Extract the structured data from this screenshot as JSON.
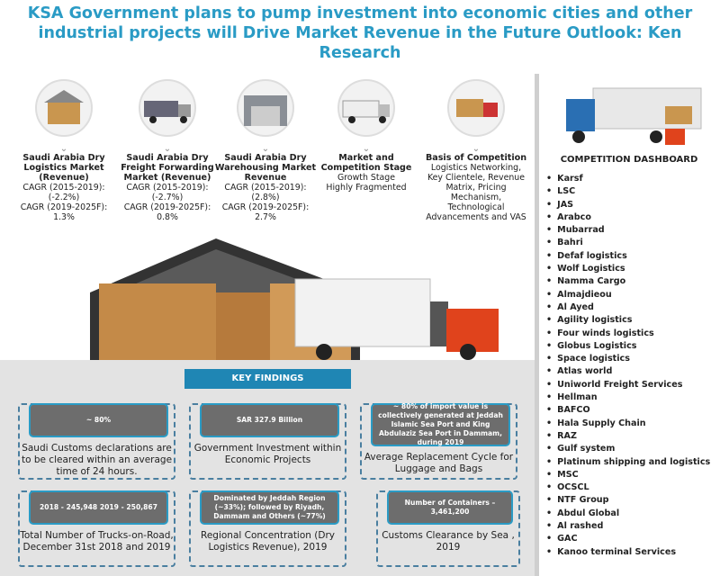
{
  "title": "KSA Government plans to pump investment into economic cities and other industrial projects will Drive Market Revenue in the Future Outlook: Ken Research",
  "columns": [
    {
      "heading": "Saudi Arabia Dry Logistics Market (Revenue)",
      "lines": [
        "CAGR (2015-2019): (-2.2%)",
        "CAGR (2019-2025F): 1.3%"
      ]
    },
    {
      "heading": "Saudi Arabia Dry Freight Forwarding Market (Revenue)",
      "lines": [
        "CAGR (2015-2019): (-2.7%)",
        "CAGR (2019-2025F): 0.8%"
      ]
    },
    {
      "heading": "Saudi Arabia Dry Warehousing Market Revenue",
      "lines": [
        "CAGR (2015-2019): (2.8%)",
        "CAGR (2019-2025F): 2.7%"
      ]
    },
    {
      "heading": "Market and Competition Stage",
      "lines": [
        "Growth Stage",
        "Highly Fragmented"
      ]
    },
    {
      "heading": "Basis of Competition",
      "lines": [
        "Logistics Networking, Key Clientele, Revenue Matrix, Pricing Mechanism, Technological Advancements and VAS",
        ""
      ]
    }
  ],
  "key_findings": {
    "label": "KEY FINDINGS",
    "items": [
      {
        "header": "~ 80%",
        "text": "Saudi Customs declarations are to be cleared within an average time of 24 hours."
      },
      {
        "header": "SAR 327.9 Billion",
        "text": "Government Investment within Economic Projects"
      },
      {
        "header": "~ 80% of import value is collectively generated at Jeddah Islamic Sea Port and King Abdulaziz Sea Port in Dammam, during 2019",
        "text": "Average Replacement Cycle for Luggage and Bags"
      },
      {
        "header": "2018 - 245,948 2019 - 250,867",
        "text": "Total Number of Trucks-on-Road, December 31st 2018 and 2019"
      },
      {
        "header": "Dominated by Jeddah Region (~33%); followed by Riyadh, Dammam and Others (~77%)",
        "text": "Regional Concentration (Dry Logistics Revenue), 2019"
      },
      {
        "header": "Number of Containers – 3,461,200",
        "text": "Customs Clearance by Sea , 2019"
      }
    ]
  },
  "dashboard": {
    "title": "COMPETITION DASHBOARD",
    "companies": [
      "Karsf",
      "LSC",
      "JAS",
      "Arabco",
      "Mubarrad",
      "Bahri",
      "Defaf logistics",
      "Wolf Logistics",
      "Namma Cargo",
      "Almajdieou",
      "Al Ayed",
      "Agility logistics",
      "Four winds logistics",
      "Globus Logistics",
      "Space logistics",
      "Atlas world",
      "Uniworld Freight Services",
      "Hellman",
      "BAFCO",
      "Hala Supply Chain",
      "RAZ",
      "Gulf system",
      "Platinum shipping and logistics",
      "MSC",
      "OCSCL",
      "NTF Group",
      "Abdul Global",
      "Al rashed",
      "GAC",
      "Kanoo terminal Services"
    ]
  }
}
